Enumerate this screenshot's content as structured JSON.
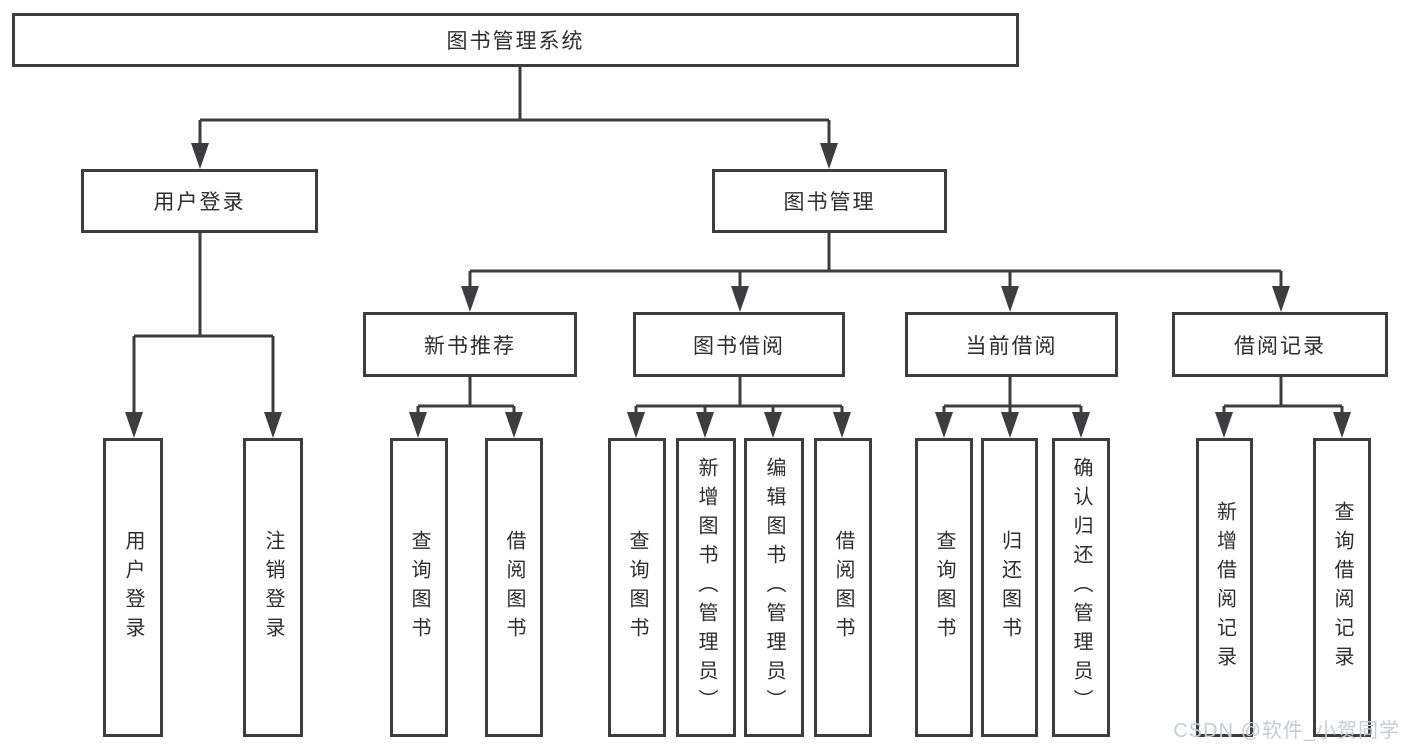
{
  "tree": {
    "label": "图书管理系统",
    "children": [
      {
        "label": "用户登录",
        "children": [
          {
            "label": "用户登录"
          },
          {
            "label": "注销登录"
          }
        ]
      },
      {
        "label": "图书管理",
        "children": [
          {
            "label": "新书推荐",
            "children": [
              {
                "label": "查询图书"
              },
              {
                "label": "借阅图书"
              }
            ]
          },
          {
            "label": "图书借阅",
            "children": [
              {
                "label": "查询图书"
              },
              {
                "label": "新增图书（管理员）"
              },
              {
                "label": "编辑图书（管理员）"
              },
              {
                "label": "借阅图书"
              }
            ]
          },
          {
            "label": "当前借阅",
            "children": [
              {
                "label": "查询图书"
              },
              {
                "label": "归还图书"
              },
              {
                "label": "确认归还（管理员）"
              }
            ]
          },
          {
            "label": "借阅记录",
            "children": [
              {
                "label": "新增借阅记录"
              },
              {
                "label": "查询借阅记录"
              }
            ]
          }
        ]
      }
    ]
  },
  "watermark": {
    "text": "CSDN @软件_小贺同学"
  },
  "colors": {
    "line": "#3d3d3f",
    "box_border": "#3d3d3f",
    "text": "#2e2e30",
    "watermark": "#c7cbd3",
    "background": "#ffffff"
  }
}
